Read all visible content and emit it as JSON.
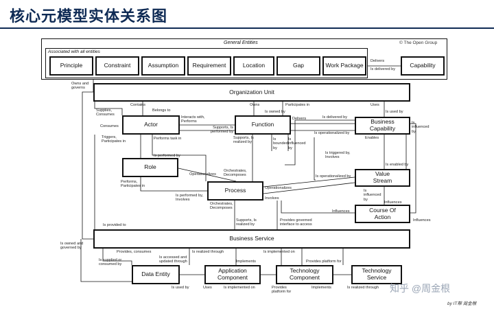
{
  "title": "核心元模型实体关系图",
  "copyright": "© The Open Group",
  "general_entities": {
    "label": "General Entities",
    "assoc_label": "Associated with all entities",
    "items": [
      "Principle",
      "Constraint",
      "Assumption",
      "Requirement",
      "Location",
      "Gap",
      "Work Package"
    ],
    "capability": "Capability",
    "delivers": "Delivers",
    "delivered_by": "Is delivered by"
  },
  "entities": {
    "org_unit": "Organization Unit",
    "actor": "Actor",
    "function": "Function",
    "business_capability": "Business Capability",
    "role": "Role",
    "value_stream": "Value Stream",
    "process": "Process",
    "course_of_action": "Course Of Action",
    "business_service": "Business Service",
    "data_entity": "Data Entity",
    "app_component": "Application Component",
    "tech_component": "Technology Component",
    "tech_service": "Technology Service"
  },
  "relations": {
    "owns_governs": "Owns and governs",
    "supplies_consumes": "Supplies, Consumes",
    "consumes": "Consumes",
    "contains": "Contains",
    "belongs_to": "Belongs to",
    "owns": "Owns",
    "is_owned_by": "Is owned by",
    "participates_in": "Participates in",
    "uses": "Uses",
    "is_used_by": "Is used by",
    "interacts_with": "Interacts with, Performs",
    "delivers": "Delivers",
    "is_delivered_by": "Is delivered by",
    "is_influenced_by": "Is influenced by",
    "supports_performed": "Supports, Is performed by",
    "operationalized_by": "Is operationalized by",
    "triggers": "Triggers, Participates in",
    "performs_task": "Performs task in",
    "supports_realized": "Supports, Is realized by",
    "is_bounded_by": "Is bounded by",
    "is_influenced_by2": "Is influenced by",
    "enables": "Enables",
    "is_performed_by": "Is performed by",
    "is_triggered_by": "Is triggered by, Involves",
    "is_enabled_by": "Is enabled by",
    "operationalizes": "Operationalizes",
    "orchestrates": "Orchestrates, Decomposes",
    "operationalized_by2": "Is operationalized by",
    "performs_participates": "Performs, Participates in",
    "operationalizes2": "Operationalizes",
    "performed_involves": "Is performed by, Involves",
    "involves": "Involves",
    "is_influenced_by3": "Is influenced by",
    "influences": "Influences",
    "influences2": "Influences",
    "influences3": "Influences",
    "orchestrates2": "Orchestrates, Decomposes",
    "supports_realized2": "Supports, Is realized by",
    "provides_governed": "Provides governed interface to access",
    "is_provided_to": "Is provided to",
    "owned_governed_by": "Is owned and governed by",
    "provides_consumes": "Provides, consumes",
    "is_realized_through": "Is realized through",
    "is_implemented_on": "Is implemented on",
    "supplied_consumed": "Is supplied or consumed by",
    "accessed_updated": "Is accessed and updated through",
    "implements": "Implements",
    "provides_platform": "Provides platform for",
    "is_used_by2": "Is used by",
    "uses2": "Uses",
    "is_implemented_on2": "Is implemented on",
    "provides_platform2": "Provides platform for",
    "implements2": "Implements",
    "is_realized_through2": "Is realized through"
  },
  "watermark": "知乎 @周金根",
  "credit": "by IT帮 周金根"
}
